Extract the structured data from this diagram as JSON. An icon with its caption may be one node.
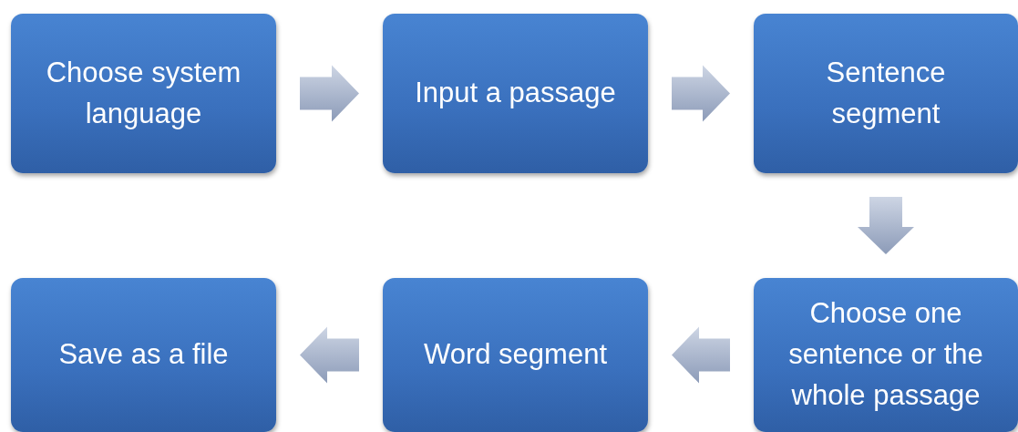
{
  "diagram": {
    "nodes": [
      {
        "text": [
          "Choose system language"
        ]
      },
      {
        "text": [
          "Input a passage"
        ]
      },
      {
        "text": [
          "Sentence segment"
        ]
      },
      {
        "text": [
          "Save as a file"
        ]
      },
      {
        "text": [
          "Word segment"
        ]
      },
      {
        "text": [
          "Choose one sentence or the whole passage"
        ]
      }
    ],
    "edges": [
      {
        "from": 0,
        "to": 1,
        "arrow": "to"
      },
      {
        "from": 1,
        "to": 2,
        "arrow": "to"
      },
      {
        "from": 2,
        "to": 5,
        "arrow": "to"
      },
      {
        "from": 5,
        "to": 4,
        "arrow": "to"
      },
      {
        "from": 4,
        "to": 3,
        "arrow": "to"
      }
    ]
  }
}
